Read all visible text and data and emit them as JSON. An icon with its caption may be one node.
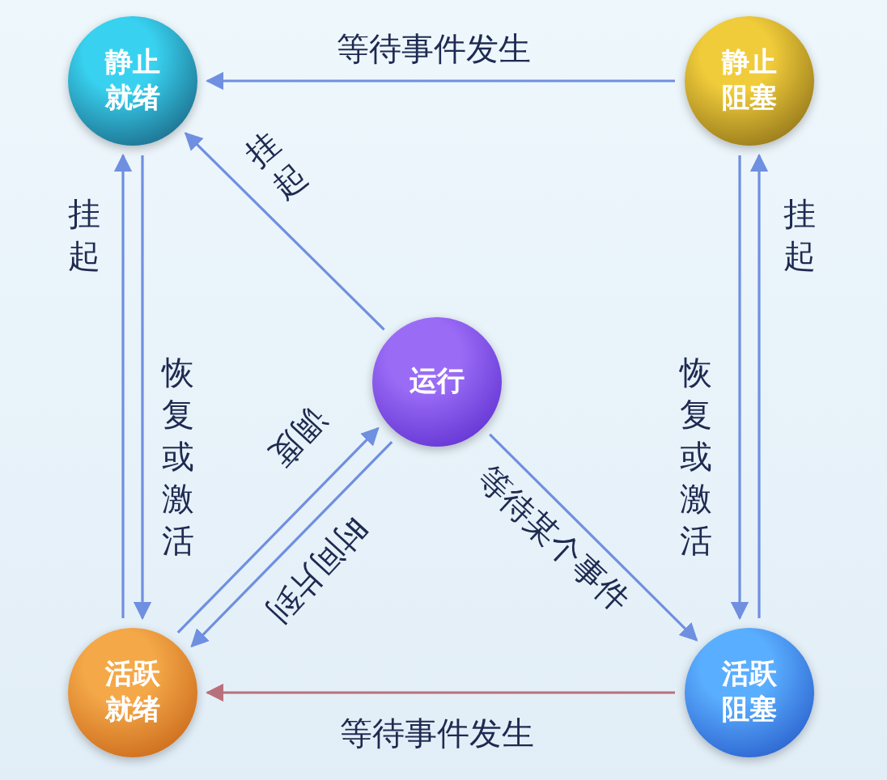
{
  "diagram": {
    "nodes": [
      {
        "text": [
          "静止就绪"
        ]
      },
      {
        "text": [
          "静止阻塞"
        ]
      },
      {
        "text": [
          "运行"
        ]
      },
      {
        "text": [
          "活跃就绪"
        ]
      },
      {
        "text": [
          "活跃阻塞"
        ]
      }
    ],
    "edges": [
      {
        "from": 1,
        "to": 0,
        "arrow": "to",
        "label": "等待事件发生"
      },
      {
        "from": 2,
        "to": 0,
        "arrow": "to",
        "label": "挂起"
      },
      {
        "from": 3,
        "to": 0,
        "arrow": "to",
        "label": "挂起"
      },
      {
        "from": 0,
        "to": 3,
        "arrow": "to",
        "label": "恢复或激活"
      },
      {
        "from": 4,
        "to": 1,
        "arrow": "to",
        "label": "挂起"
      },
      {
        "from": 1,
        "to": 4,
        "arrow": "to",
        "label": "恢复或激活"
      },
      {
        "from": 3,
        "to": 2,
        "arrow": "to",
        "label": "调度"
      },
      {
        "from": 2,
        "to": 3,
        "arrow": "to",
        "label": "时间片到"
      },
      {
        "from": 2,
        "to": 4,
        "arrow": "to",
        "label": "等待某个事件"
      },
      {
        "from": 4,
        "to": 3,
        "arrow": "to",
        "label": "等待事件发生",
        "color": "#b8707a"
      }
    ]
  }
}
